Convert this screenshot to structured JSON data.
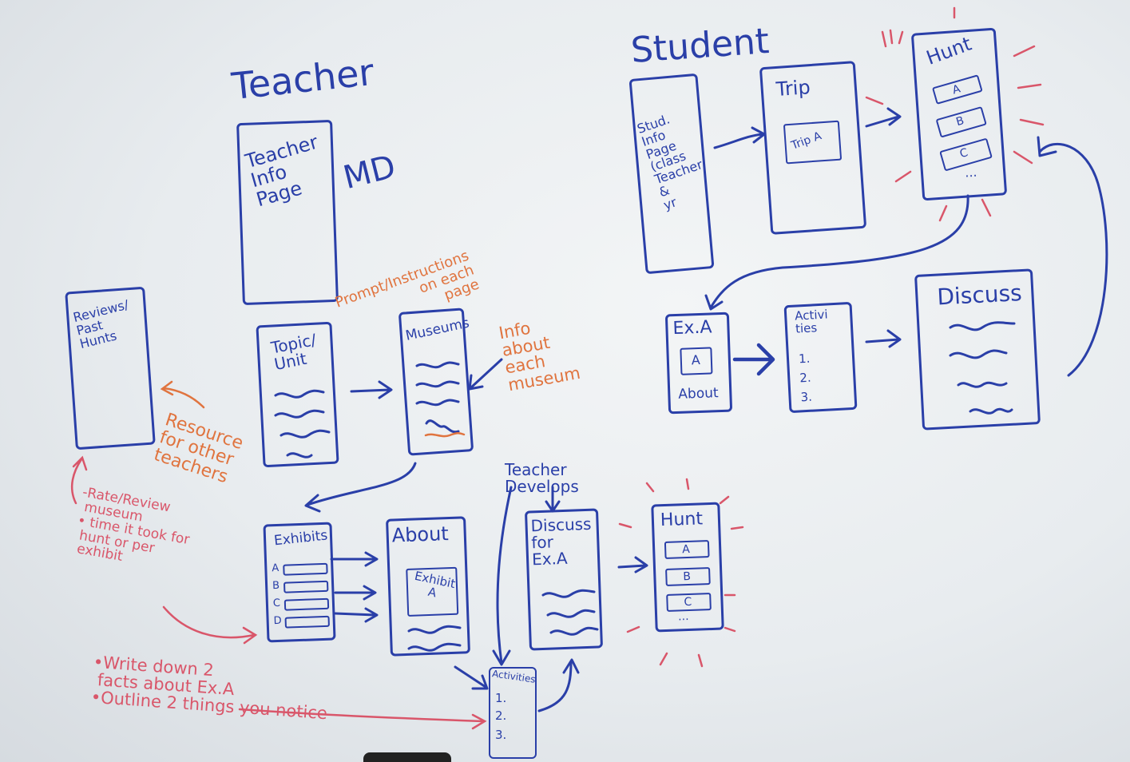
{
  "colors": {
    "marker_blue": "#2a3fa8",
    "marker_orange": "#e0743f",
    "marker_red": "#d9566a",
    "board": "#eef1f3"
  },
  "headings": {
    "teacher": "Teacher",
    "student": "Student"
  },
  "teacher_flow": {
    "info_page": "Teacher\nInfo\nPage",
    "md_note": "MD",
    "topic_unit": "Topic/\nUnit",
    "museums": "Museums",
    "exhibits": "Exhibits",
    "exhibit_rows": [
      "A",
      "B",
      "C",
      "D"
    ],
    "about": "About",
    "exhibit_a": "Exhibit\nA",
    "discuss_for": "Discuss\nfor\nEx.A",
    "teacher_develops": "Teacher\nDevelops",
    "activities": "Activities",
    "activities_list": [
      "1.",
      "2.",
      "3."
    ],
    "hunt": "Hunt",
    "hunt_items": [
      "A",
      "B",
      "C"
    ],
    "hunt_more": "..."
  },
  "reviews": {
    "box_label": "Reviews/\nPast\nHunts",
    "resource_note": "Resource\nfor other\nteachers"
  },
  "annotations": {
    "prompt": "Prompt/Instructions\non each\npage",
    "info_museum": "Info\nabout\neach\nmuseum",
    "rate_bullets": "-Rate/Review\n museum\n• time it took for\n hunt or per\n exhibit",
    "write_bullets": "•Write down 2\n facts about Ex.A\n•Outline 2 things you notice"
  },
  "student_flow": {
    "info_page": "Stud.\nInfo\nPage\n(class\nTeacher\n&\nyr",
    "trip": "Trip",
    "trip_inner": "Trip A",
    "hunt": "Hunt",
    "hunt_items": [
      "A",
      "B",
      "C"
    ],
    "hunt_more": "...",
    "ex_a": "Ex.A",
    "ex_a_inner": "A",
    "ex_about": "About",
    "activities": "Activi\nties",
    "activities_list": [
      "1.",
      "2.",
      "3."
    ],
    "discuss": "Discuss"
  }
}
